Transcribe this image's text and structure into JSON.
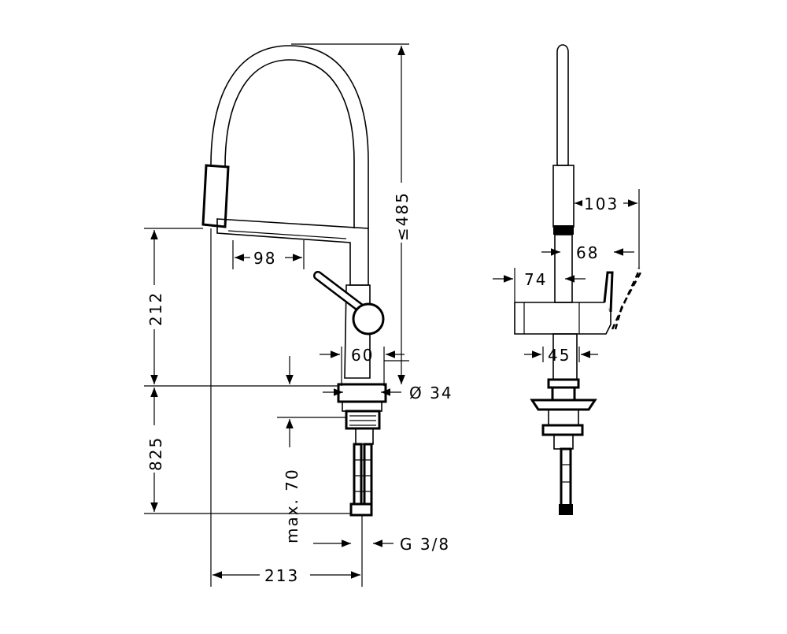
{
  "diagram": {
    "dimensions": {
      "spout_height": "≤485",
      "spout_reach": "98",
      "body_width": "60",
      "hole_diameter": "Ø 34",
      "height_above_counter": "212",
      "hose_length": "825",
      "max_thickness": "max. 70",
      "thread": "G 3/8",
      "total_reach": "213",
      "side_width": "103",
      "side_depth_a": "68",
      "side_depth_b": "74",
      "side_body": "45"
    }
  }
}
